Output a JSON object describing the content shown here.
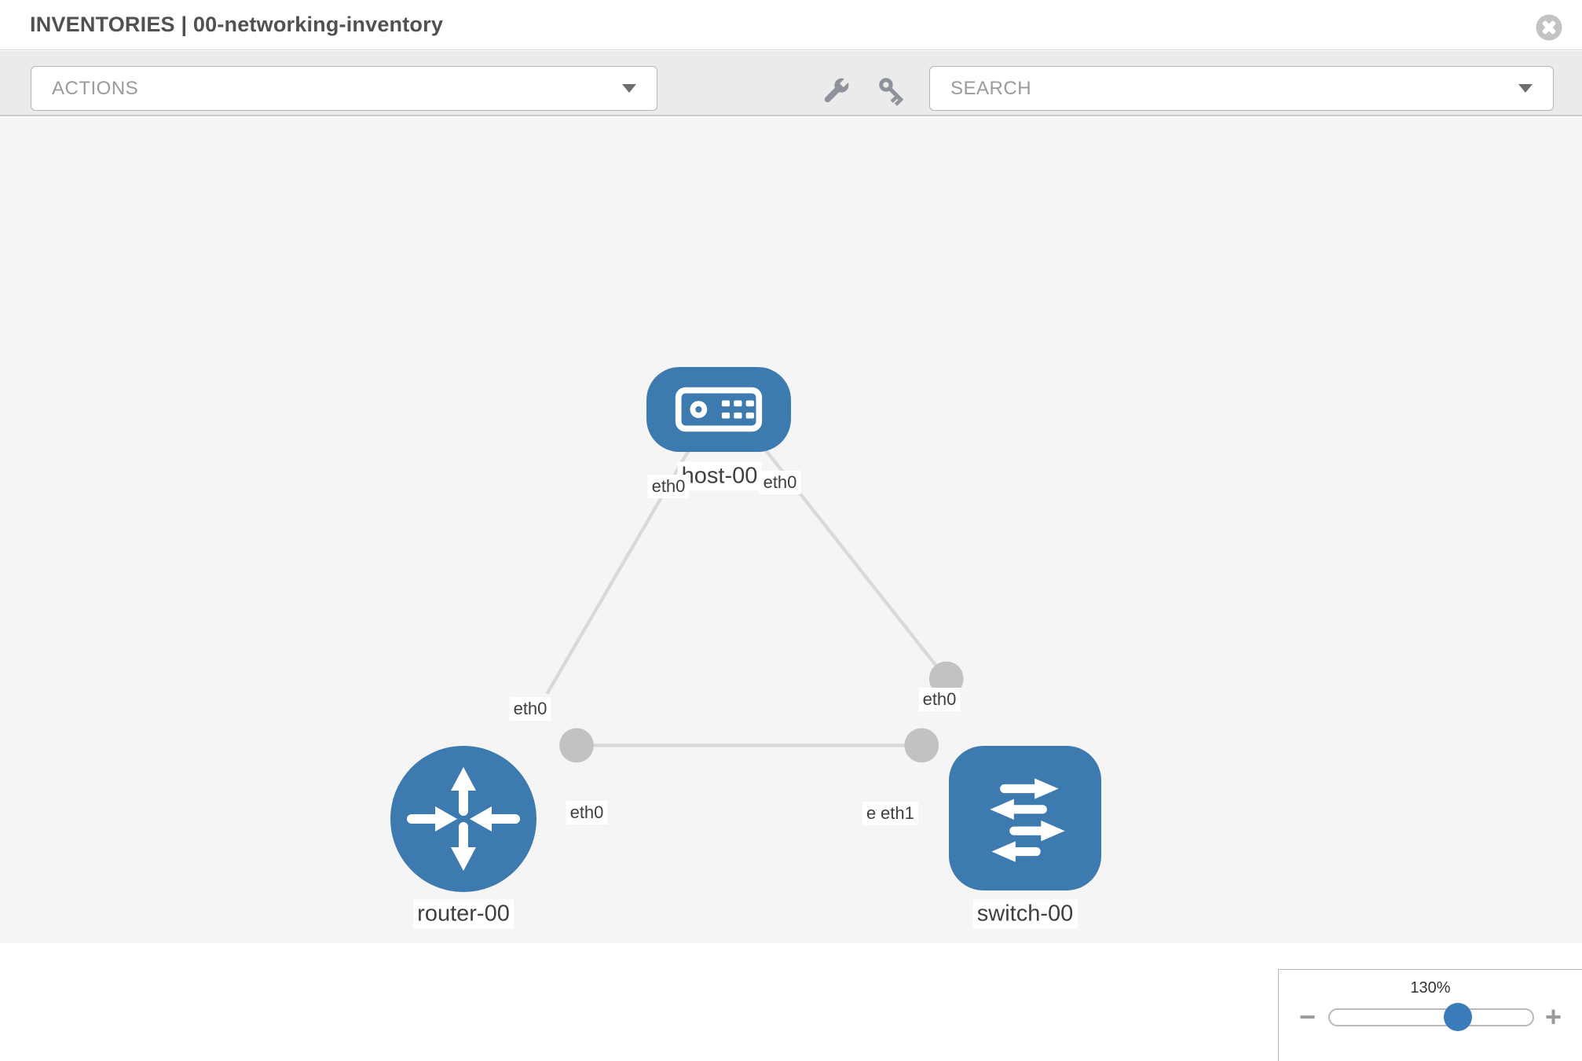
{
  "header": {
    "title": "INVENTORIES | 00-networking-inventory"
  },
  "toolbar": {
    "actions_label": "ACTIONS",
    "search_placeholder": "SEARCH"
  },
  "icons": {
    "close": "circle-x-icon",
    "wrench": "wrench-icon",
    "key": "key-icon",
    "actions_caret": "chevron-down-icon",
    "search_caret": "chevron-down-icon",
    "minus": "minus-icon",
    "plus": "plus-icon"
  },
  "topology": {
    "nodes": [
      {
        "label": "host-00",
        "type": "host",
        "icon": "host-device-icon"
      },
      {
        "label": "router-00",
        "type": "router",
        "icon": "router-arrows-icon"
      },
      {
        "label": "switch-00",
        "type": "switch",
        "icon": "switch-arrows-icon"
      }
    ],
    "links": [
      {
        "source": "host-00",
        "target": "router-00",
        "source_interface": "eth0",
        "target_interface": "eth0"
      },
      {
        "source": "host-00",
        "target": "switch-00",
        "source_interface": "eth0",
        "target_interface": "eth0"
      },
      {
        "source": "router-00",
        "target": "switch-00",
        "source_interface": "eth0",
        "target_interface": "eth1",
        "overlapped_interface": "eth0"
      }
    ]
  },
  "zoom_control": {
    "value": "130%",
    "minus_label": "−",
    "plus_label": "+",
    "slider_percent": 63
  },
  "colors": {
    "node_blue": "#3d7ab0",
    "edge_gray": "#d9d9d9",
    "dot_gray": "#c2c2c2",
    "canvas_bg": "#f5f5f5",
    "toolbar_bg": "#ebebeb",
    "slider_handle_blue": "#3a7cba"
  }
}
